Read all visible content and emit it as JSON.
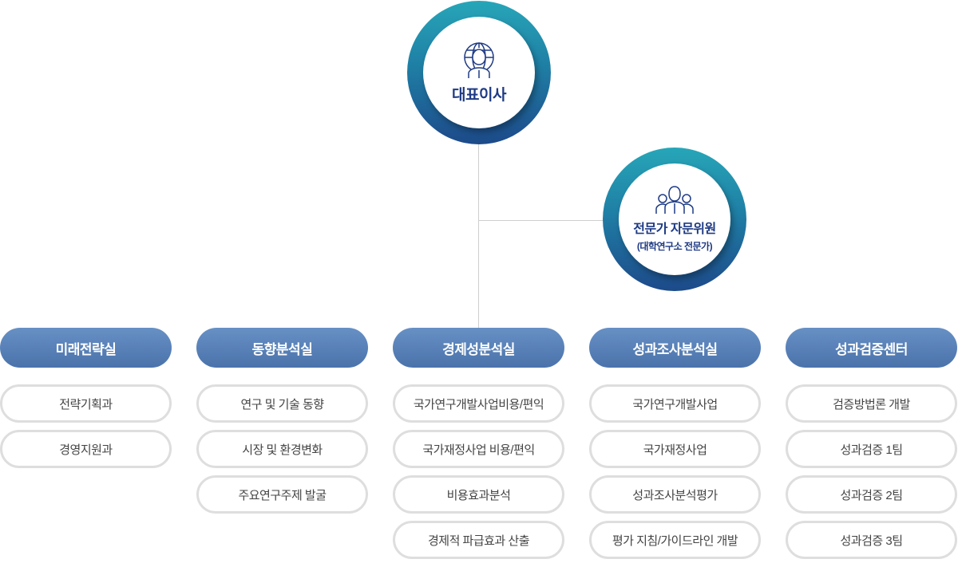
{
  "ceo": {
    "title": "대표이사",
    "icon": "globe-person-icon"
  },
  "advisory": {
    "title": "전문가 자문위원",
    "subtitle": "(대학연구소 전문가)",
    "icon": "group-icon"
  },
  "departments": [
    {
      "name": "미래전략실",
      "teams": [
        "전략기획과",
        "경영지원과"
      ]
    },
    {
      "name": "동향분석실",
      "teams": [
        "연구 및 기술 동향",
        "시장 및 환경변화",
        "주요연구주제 발굴"
      ]
    },
    {
      "name": "경제성분석실",
      "teams": [
        "국가연구개발사업비용/편익",
        "국가재정사업 비용/편익",
        "비용효과분석",
        "경제적 파급효과 산출"
      ]
    },
    {
      "name": "성과조사분석실",
      "teams": [
        "국가연구개발사업",
        "국가재정사업",
        "성과조사분석평가",
        "평가 지침/가이드라인 개발"
      ]
    },
    {
      "name": "성과검증센터",
      "teams": [
        "검증방법론 개발",
        "성과검증 1팀",
        "성과검증 2팀",
        "성과검증 3팀"
      ]
    }
  ],
  "colors": {
    "navy": "#1e3a84",
    "teal": "#27a6b8",
    "header": "#5a81b8",
    "border": "#dedede"
  }
}
